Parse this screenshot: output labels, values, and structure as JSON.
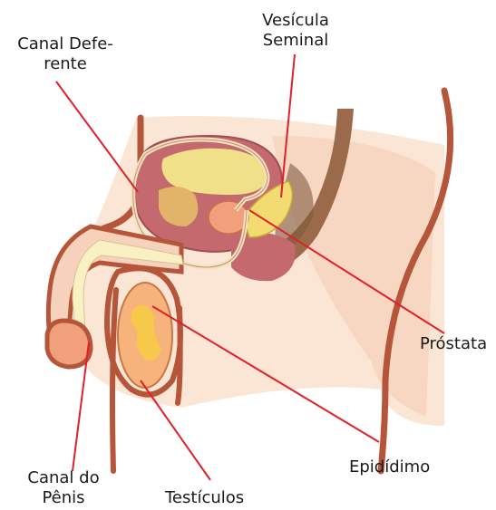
{
  "labels": {
    "canal_deferente": {
      "line1": "Canal Defe-",
      "line2": "rente"
    },
    "vesicula_seminal": {
      "line1": "Vesícula",
      "line2": "Seminal"
    },
    "prostata": "Próstata",
    "epididimo": "Epidídimo",
    "testiculos": "Testículos",
    "canal_do_penis": {
      "line1": "Canal do",
      "line2": "Pênis"
    }
  },
  "colors": {
    "leader_line": "#e0202a",
    "outline": "#b5563a",
    "skin_light": "#fbe6d6",
    "skin_mid": "#f6d2bd",
    "bladder_wall": "#c46a6e",
    "bladder_fill": "#f0e08a",
    "seminal_vesicle": "#f2dc72",
    "prostate": "#f0a07a",
    "urethra": "#f9f0c4",
    "testis": "#f7b37c",
    "testis_inner": "#f6c94a",
    "rectum": "#8a5a3a"
  }
}
